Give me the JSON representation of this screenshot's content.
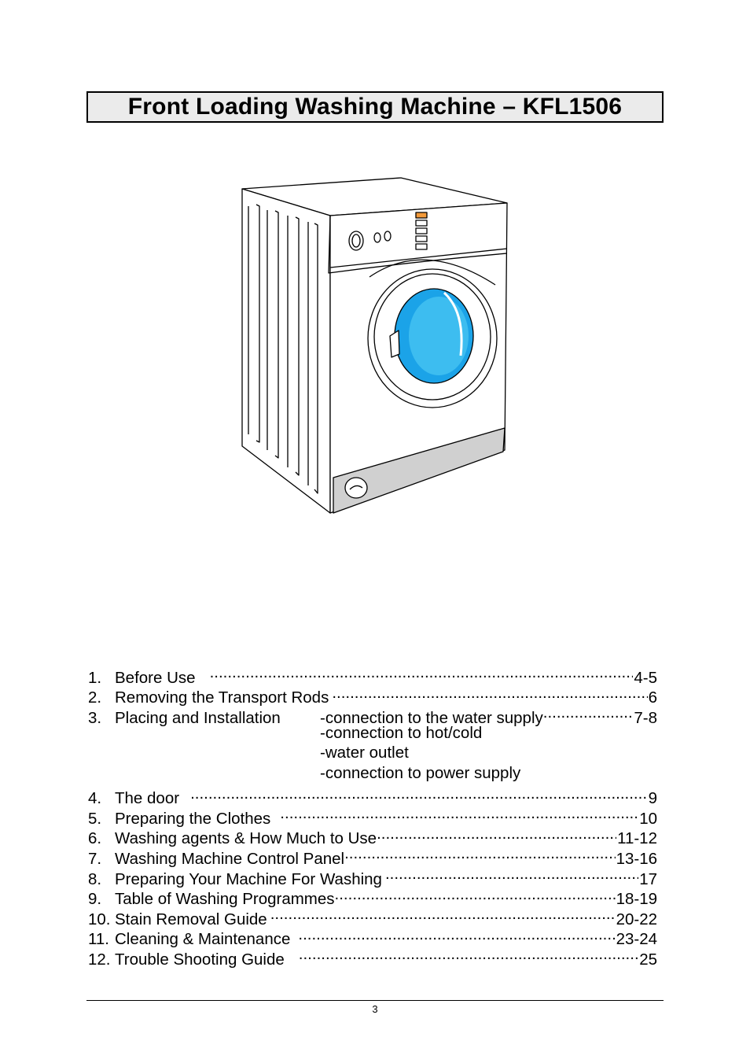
{
  "header": {
    "title": "Front Loading Washing Machine – KFL1506"
  },
  "illustration": {
    "icon": "washing-machine-icon",
    "door_color": "#1ba3e8",
    "base_color": "#d0d0d0"
  },
  "toc": [
    {
      "num": "1.",
      "title": "Before Use",
      "sub": "",
      "page": "4-5",
      "continuations": []
    },
    {
      "num": "2.",
      "title": "Removing the Transport Rods",
      "sub": "",
      "page": "6",
      "continuations": []
    },
    {
      "num": "3.",
      "title": "Placing and Installation",
      "sub": "-connection to the water supply",
      "page": "7-8",
      "continuations": [
        "-connection to hot/cold",
        "-water outlet",
        "-connection to power supply"
      ]
    },
    {
      "num": "4.",
      "title": "The door",
      "sub": "",
      "page": "9",
      "continuations": []
    },
    {
      "num": "5.",
      "title": "Preparing the Clothes",
      "sub": "",
      "page": "10",
      "continuations": []
    },
    {
      "num": "6.",
      "title": "Washing agents & How Much to Use",
      "sub": "",
      "page": "11-12",
      "continuations": []
    },
    {
      "num": "7.",
      "title": "Washing Machine Control Panel",
      "sub": "",
      "page": "13-16",
      "continuations": []
    },
    {
      "num": "8.",
      "title": "Preparing Your Machine For Washing",
      "sub": "",
      "page": "17",
      "continuations": []
    },
    {
      "num": "9.",
      "title": "Table of Washing Programmes",
      "sub": "",
      "page": "18-19",
      "continuations": []
    },
    {
      "num": "10.",
      "title": "Stain Removal Guide",
      "sub": "",
      "page": "20-22",
      "continuations": []
    },
    {
      "num": "11.",
      "title": "Cleaning & Maintenance",
      "sub": "",
      "page": "23-24",
      "continuations": []
    },
    {
      "num": "12.",
      "title": "Trouble Shooting Guide",
      "sub": "",
      "page": "25",
      "continuations": []
    }
  ],
  "footer": {
    "page_number": "3"
  }
}
